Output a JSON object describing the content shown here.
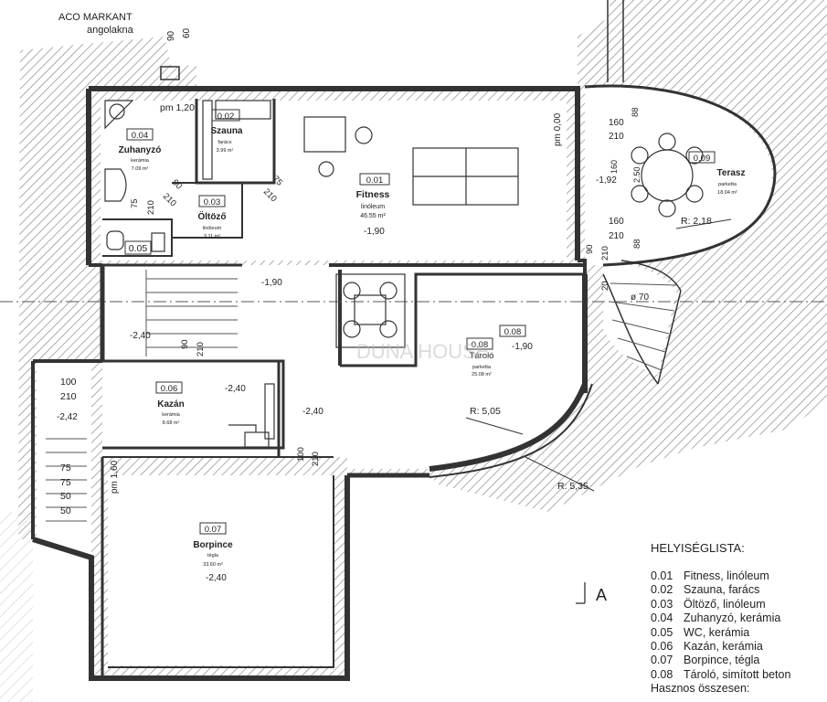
{
  "header": {
    "line1": "ACO MARKANT",
    "line2": "angolakna",
    "dim1": "90",
    "dim2": "60"
  },
  "rooms": [
    {
      "id": "0.01",
      "name": "Fitness",
      "floor": "linóleum",
      "area": "46.55 m²"
    },
    {
      "id": "0.02",
      "name": "Szauna",
      "floor": "farács",
      "area": "3.99 m²"
    },
    {
      "id": "0.03",
      "name": "Öltöző",
      "floor": "linóleum",
      "area": "3.11 m²"
    },
    {
      "id": "0.04",
      "name": "Zuhanyzó",
      "floor": "kerámia",
      "area": "7.09 m²"
    },
    {
      "id": "0.05"
    },
    {
      "id": "0.06",
      "name": "Kazán",
      "floor": "kerámia",
      "area": "8.68 m²"
    },
    {
      "id": "0.07",
      "name": "Borpince",
      "floor": "tégla",
      "area": "33.60 m²"
    },
    {
      "id": "0.08",
      "name": "Tároló",
      "floor": "parketta",
      "area": "25.08 m²"
    },
    {
      "id": "0.09",
      "name": "Terasz",
      "floor": "parketta",
      "area": "18.04 m²"
    }
  ],
  "levels": {
    "pm120": "pm 1,20",
    "pm000": "pm 0,00",
    "pm160": "pm 1,60",
    "l192": "-1,92",
    "l190a": "-1,90",
    "l190b": "-1,90",
    "l190c": "-1,90",
    "l240a": "-2,40",
    "l240b": "-2,40",
    "l240c": "-2,40",
    "l240d": "-2,40",
    "l242": "-2,42"
  },
  "dims": {
    "d160a": "160",
    "d210a": "210",
    "d88a": "88",
    "d160b": "160",
    "d210b": "210",
    "d88b": "88",
    "d90a": "90",
    "d210c": "210",
    "d20": "20",
    "phi70": "ø 70",
    "d75": "75",
    "d210d": "210",
    "d90b": "90",
    "d210e": "210",
    "d90c": "90",
    "d210f": "210",
    "d75b": "75",
    "d210g": "210",
    "d100": "100",
    "d210h": "210",
    "st100": "100",
    "st210": "210",
    "st75a": "75",
    "st75b": "75",
    "st50a": "50",
    "st50b": "50",
    "d160c": "160",
    "d2_50": "2.50",
    "r218": "R: 2,18",
    "r505": "R: 5,05",
    "r535": "R: 5,35",
    "section": "A"
  },
  "watermark": "DUNA HOUSE",
  "legend": {
    "title": "HELYISÉGLISTA:",
    "rows": [
      {
        "num": "0.01",
        "text": "Fitness, linóleum"
      },
      {
        "num": "0.02",
        "text": "Szauna, farács"
      },
      {
        "num": "0.03",
        "text": "Öltöző, linóleum"
      },
      {
        "num": "0.04",
        "text": "Zuhanyzó, kerámia"
      },
      {
        "num": "0.05",
        "text": "WC, kerámia"
      },
      {
        "num": "0.06",
        "text": "Kazán, kerámia"
      },
      {
        "num": "0.07",
        "text": "Borpince, tégla"
      },
      {
        "num": "0.08",
        "text": "Tároló, simított beton"
      }
    ],
    "footer": "Hasznos összesen:"
  }
}
